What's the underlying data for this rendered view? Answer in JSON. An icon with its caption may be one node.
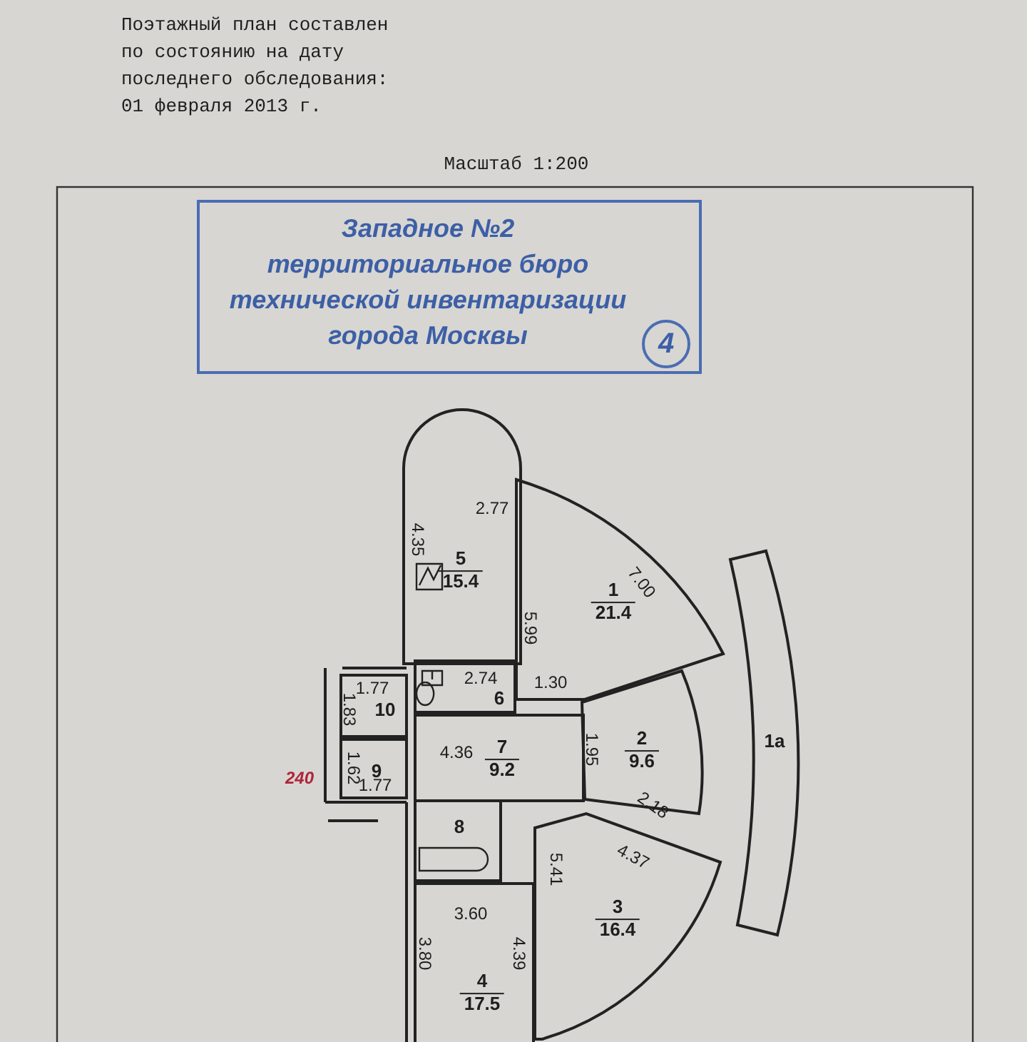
{
  "diagram": {
    "nodes": [
      {
        "text": [
          "Западное №2",
          "территориальное бюро технической инвентаризации города Москвы"
        ]
      },
      {
        "text": [
          "4"
        ],
        "in": 0
      },
      {
        "text": [
          "5",
          "15.4"
        ]
      },
      {
        "text": [
          "1",
          "21.4"
        ]
      },
      {
        "text": [
          "1а"
        ]
      },
      {
        "text": [
          "6"
        ]
      },
      {
        "text": [
          "10"
        ]
      },
      {
        "text": [
          "2",
          "9.6"
        ]
      },
      {
        "text": [
          "7",
          "9.2"
        ]
      },
      {
        "text": [
          "9"
        ]
      },
      {
        "text": [
          "8"
        ]
      },
      {
        "text": [
          "3",
          "16.4"
        ]
      },
      {
        "text": [
          "4",
          "17.5"
        ]
      }
    ],
    "labels": [
      "Поэтажный план составлен по состоянию на дату последнего обследования: 01 февраля 2013 г.",
      "Масштаб 1:200",
      "2.77",
      "4.35",
      "7.00",
      "5.99",
      "1.77",
      "2.74",
      "1.30",
      "1.83",
      "1.95",
      "4.36",
      "1.62",
      "1.77",
      "240",
      "2.18",
      "4.37",
      "5.41",
      "3.60",
      "3.80",
      "4.39"
    ]
  }
}
